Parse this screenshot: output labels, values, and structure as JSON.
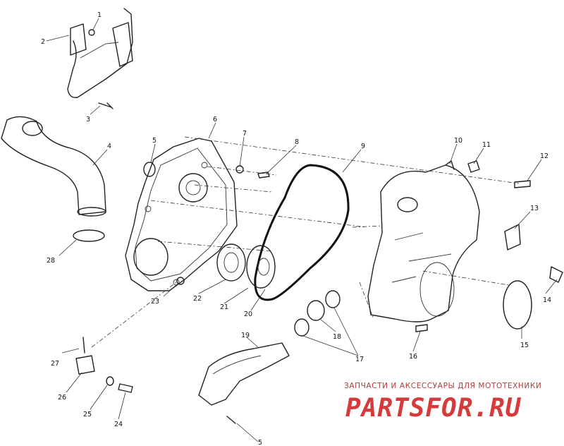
{
  "diagram": {
    "callouts": [
      "1",
      "2",
      "3",
      "4",
      "5",
      "6",
      "7",
      "8",
      "9",
      "10",
      "11",
      "12",
      "13",
      "14",
      "15",
      "16",
      "17",
      "18",
      "19",
      "20",
      "21",
      "22",
      "23",
      "24",
      "25",
      "26",
      "27",
      "28",
      "5"
    ]
  },
  "watermark": {
    "tagline": "ЗАПЧАСТИ И АКСЕССУАРЫ ДЛЯ МОТОТЕХНИКИ",
    "brand": "PARTSFOR.RU",
    "color": "#d63a3a"
  }
}
